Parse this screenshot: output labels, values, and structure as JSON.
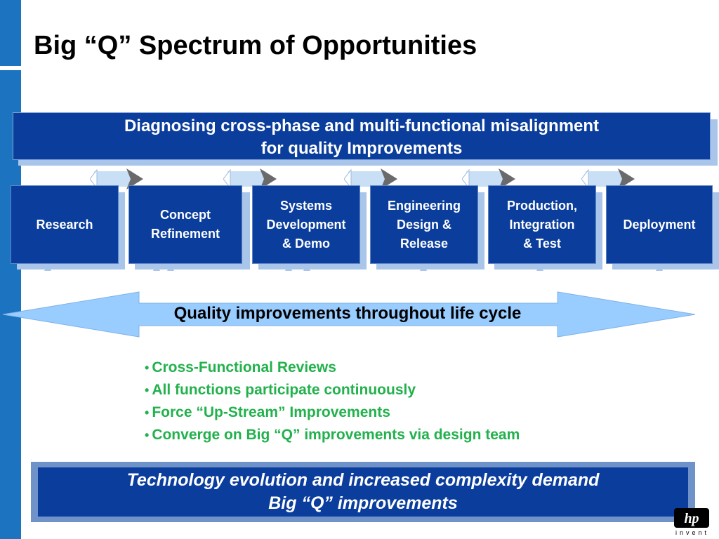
{
  "slide": {
    "title": "Big “Q” Spectrum of Opportunities"
  },
  "banner": {
    "line1": "Diagnosing cross-phase and multi-functional misalignment",
    "line2": "for quality Improvements"
  },
  "phases": [
    {
      "label": "Research"
    },
    {
      "label": "Concept\nRefinement"
    },
    {
      "label": "Systems\nDevelopment\n& Demo"
    },
    {
      "label": "Engineering\nDesign &\nRelease"
    },
    {
      "label": "Production,\nIntegration\n& Test"
    },
    {
      "label": "Deployment"
    }
  ],
  "lifecycle": {
    "label": "Quality improvements throughout life cycle"
  },
  "bullets": [
    "Cross-Functional Reviews",
    "All functions participate continuously",
    "Force “Up-Stream” Improvements",
    "Converge on Big “Q” improvements via design team"
  ],
  "conclusion": {
    "line1": "Technology evolution and increased complexity demand",
    "line2": "Big “Q” improvements"
  },
  "logo": {
    "tagline": "invent",
    "icon": "hp-logo-icon"
  },
  "colors": {
    "brand_blue": "#0a3d9c",
    "sidebar_blue": "#1c74c0",
    "light_blue": "#99ccff",
    "bullet_green": "#22b14c"
  }
}
